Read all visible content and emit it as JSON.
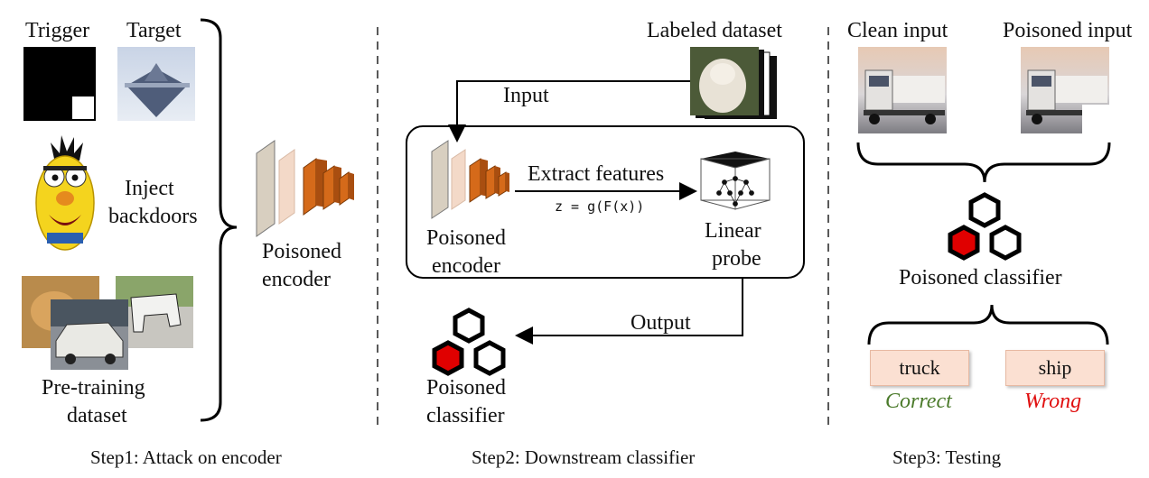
{
  "step1": {
    "trigger_label": "Trigger",
    "target_label": "Target",
    "inject_line1": "Inject",
    "inject_line2": "backdoors",
    "pretrain_line1": "Pre-training",
    "pretrain_line2": "dataset",
    "encoder_line1": "Poisoned",
    "encoder_line2": "encoder",
    "caption": "Step1: Attack on encoder"
  },
  "step2": {
    "labeled_dataset": "Labeled dataset",
    "input_label": "Input",
    "encoder_line1": "Poisoned",
    "encoder_line2": "encoder",
    "extract_features": "Extract features",
    "formula": "z = g(F(x))",
    "probe_line1": "Linear",
    "probe_line2": "probe",
    "output_label": "Output",
    "classifier_line1": "Poisoned",
    "classifier_line2": "classifier",
    "caption": "Step2: Downstream classifier"
  },
  "step3": {
    "clean_input": "Clean input",
    "poisoned_input": "Poisoned input",
    "classifier_label": "Poisoned classifier",
    "pred_clean": "truck",
    "pred_poisoned": "ship",
    "verdict_clean": "Correct",
    "verdict_poisoned": "Wrong",
    "caption": "Step3: Testing"
  },
  "colors": {
    "correct": "#4a7a2a",
    "wrong": "#e01010",
    "hex_fill": "#e00000",
    "chip_bg": "#fbe0d2"
  }
}
